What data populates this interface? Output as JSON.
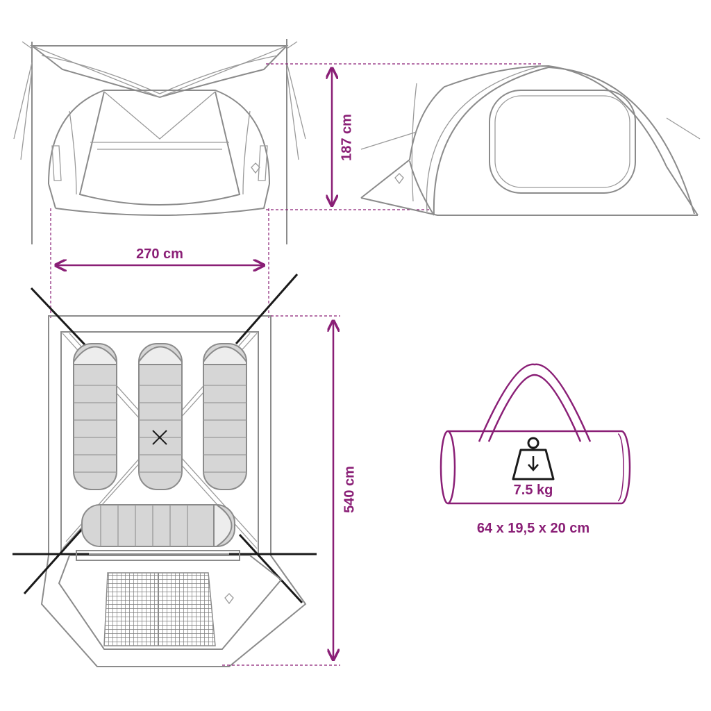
{
  "dimensions": {
    "height": "187 cm",
    "width": "270 cm",
    "length": "540 cm"
  },
  "pack": {
    "weight": "7.5 kg",
    "size": "64 x 19,5 x 20 cm"
  },
  "colors": {
    "accent": "#8a1f76",
    "outline": "#8b8b8b",
    "stake": "#1a1a1a"
  },
  "icons": [
    "weight-icon",
    "tent-logo-icon"
  ]
}
